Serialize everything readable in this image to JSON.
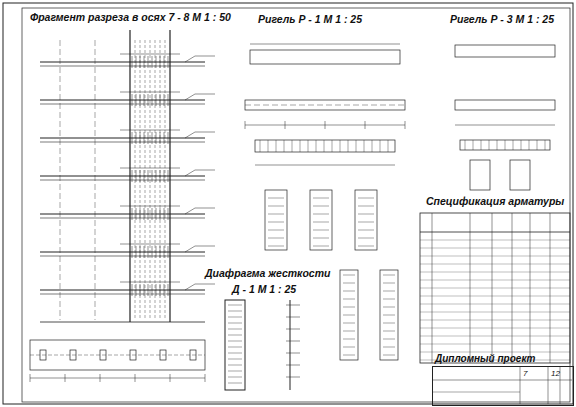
{
  "diagram": {
    "nodes": [
      {
        "text": [
          "Спецификация арматуры"
        ]
      },
      {
        "text": [
          "Дипломный проект",
          "7",
          "12"
        ]
      }
    ],
    "labels": [
      "Фрагмент разреза в осях 7 - 8   М 1 : 50",
      "Ригель Р - 1   М 1 : 25",
      "Ригель Р - 3   М 1 : 25",
      "Диафрагма жесткости",
      "Д - 1   М 1 : 25"
    ]
  }
}
